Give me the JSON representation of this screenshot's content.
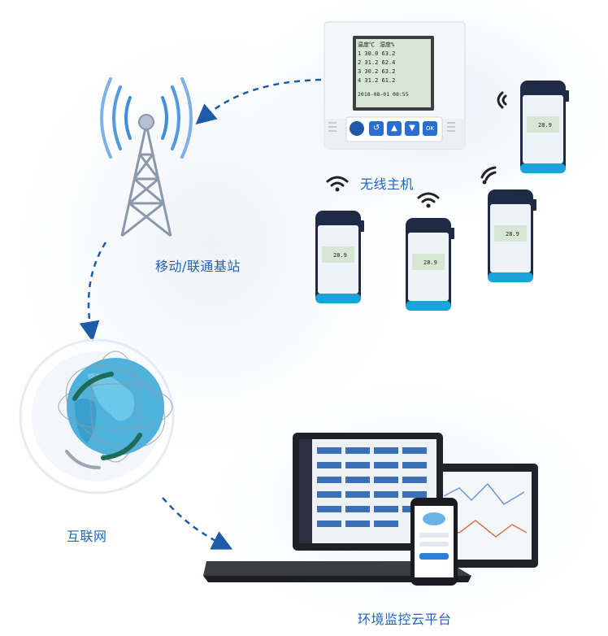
{
  "labels": {
    "wireless_host": "无线主机",
    "base_station": "移动/联通基站",
    "internet": "互联网",
    "cloud_platform": "环境监控云平台"
  },
  "host_display": {
    "col_head_1": "温度℃",
    "col_head_2": "湿度%",
    "ok_label": "OK",
    "rows": [
      "1 30.0  63.2",
      "2 31.2  62.4",
      "3 30.2  63.2",
      "4 31.2  61.2"
    ],
    "datetime": "2018-08-01 08:55"
  },
  "sensor": {
    "value": "28.9"
  },
  "colors": {
    "label": "#1f64c0",
    "arrow": "#1e5aa8",
    "sensor_body": "#1f2a44",
    "sensor_band": "#1aa3d9"
  }
}
